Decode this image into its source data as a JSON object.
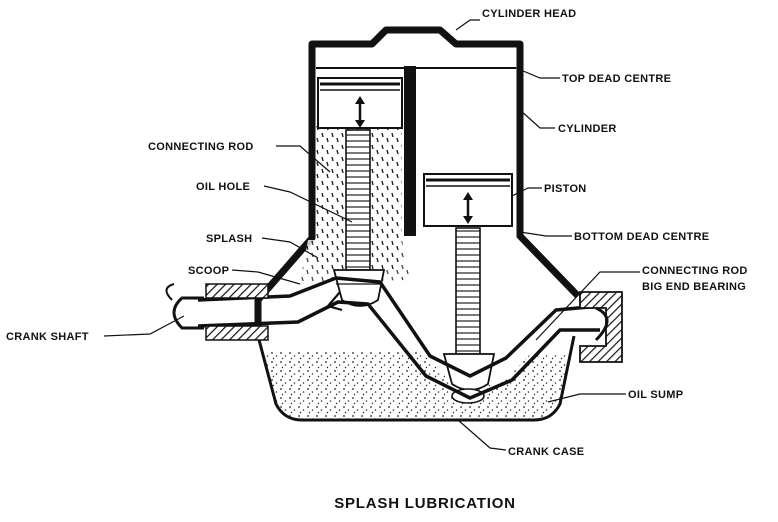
{
  "labels": {
    "cylinder_head": "CYLINDER HEAD",
    "top_dead_centre": "TOP DEAD CENTRE",
    "cylinder": "CYLINDER",
    "piston": "PISTON",
    "bottom_dead_centre": "BOTTOM DEAD CENTRE",
    "connecting_rod_big_end_1": "CONNECTING ROD",
    "connecting_rod_big_end_2": "BIG END BEARING",
    "oil_sump": "OIL SUMP",
    "crank_case": "CRANK CASE",
    "connecting_rod": "CONNECTING ROD",
    "oil_hole": "OIL HOLE",
    "splash": "SPLASH",
    "scoop": "SCOOP",
    "crank_shaft": "CRANK SHAFT"
  },
  "caption": "SPLASH LUBRICATION"
}
